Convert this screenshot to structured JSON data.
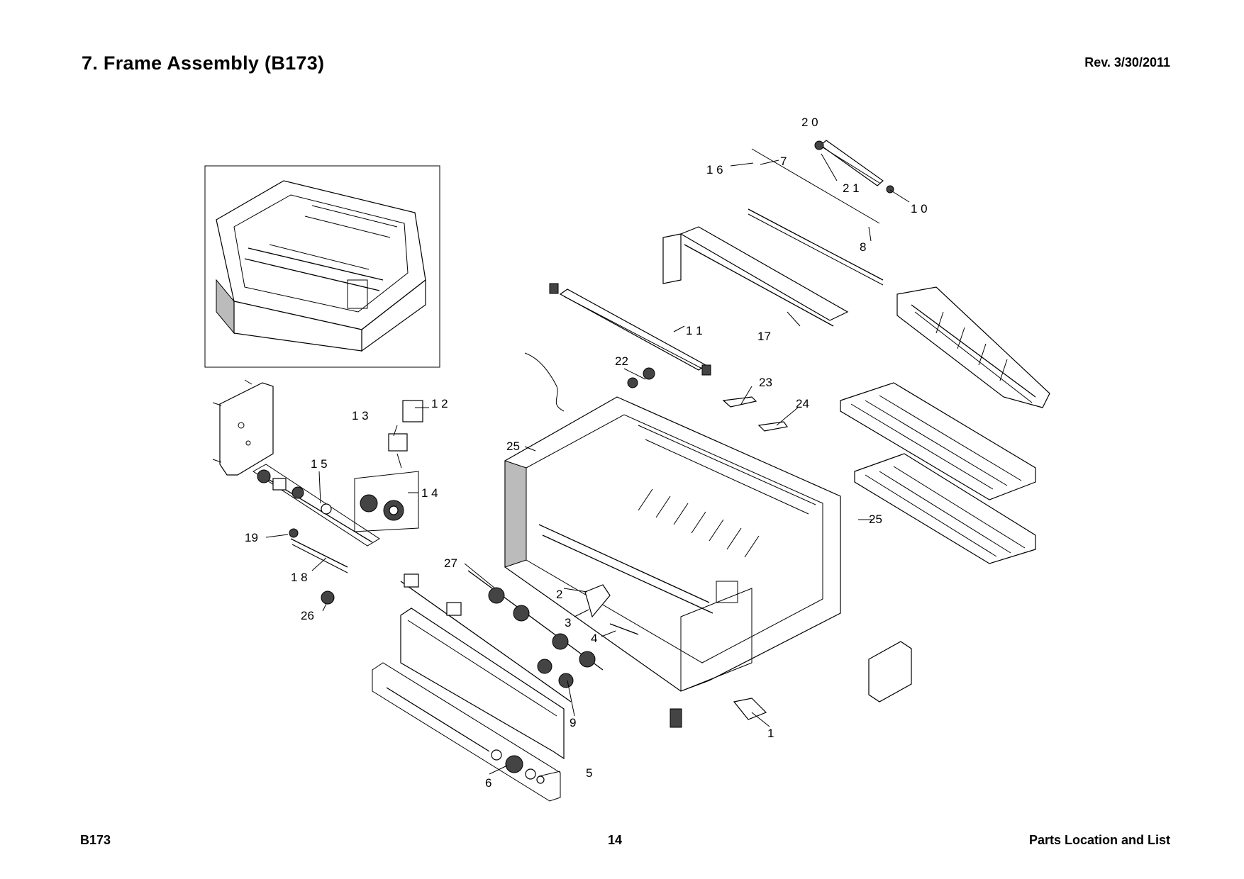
{
  "header": {
    "title": "7. Frame Assembly (B173)",
    "revision": "Rev. 3/30/2011"
  },
  "footer": {
    "model": "B173",
    "page_number": "14",
    "section": "Parts Location and List"
  },
  "callouts": [
    {
      "id": "c1",
      "label": "1"
    },
    {
      "id": "c2",
      "label": "2"
    },
    {
      "id": "c3",
      "label": "3"
    },
    {
      "id": "c4",
      "label": "4"
    },
    {
      "id": "c5",
      "label": "5"
    },
    {
      "id": "c6",
      "label": "6"
    },
    {
      "id": "c7",
      "label": "7"
    },
    {
      "id": "c8",
      "label": "8"
    },
    {
      "id": "c9",
      "label": "9"
    },
    {
      "id": "c10",
      "label": "1 0"
    },
    {
      "id": "c11",
      "label": "1 1"
    },
    {
      "id": "c12",
      "label": "1 2"
    },
    {
      "id": "c13",
      "label": "1 3"
    },
    {
      "id": "c14",
      "label": "1 4"
    },
    {
      "id": "c15",
      "label": "1 5"
    },
    {
      "id": "c16",
      "label": "1 6"
    },
    {
      "id": "c17",
      "label": "17"
    },
    {
      "id": "c18",
      "label": "1 8"
    },
    {
      "id": "c19",
      "label": "19"
    },
    {
      "id": "c20",
      "label": "2 0"
    },
    {
      "id": "c21",
      "label": "2 1"
    },
    {
      "id": "c22",
      "label": "22"
    },
    {
      "id": "c23",
      "label": "23"
    },
    {
      "id": "c24",
      "label": "24"
    },
    {
      "id": "c25a",
      "label": "25"
    },
    {
      "id": "c25b",
      "label": "25"
    },
    {
      "id": "c26",
      "label": "26"
    },
    {
      "id": "c27",
      "label": "27"
    }
  ]
}
